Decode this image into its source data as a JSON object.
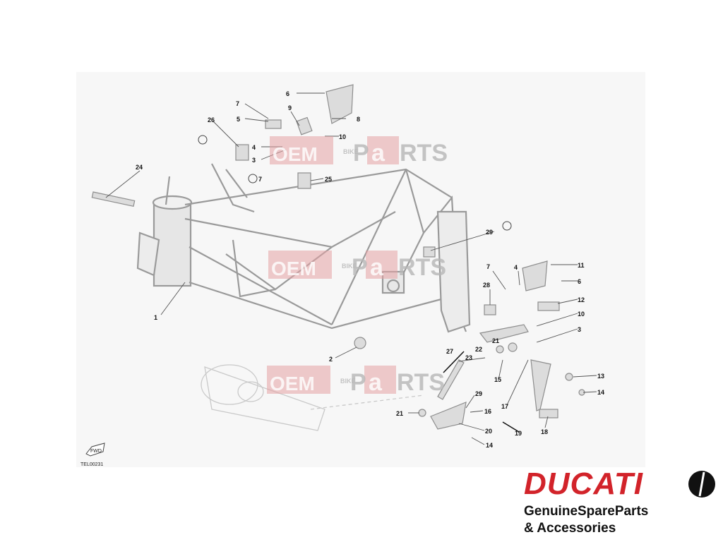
{
  "diagram": {
    "reference_code": "TEL00231",
    "fwd_label": "FWD",
    "callouts": [
      "1",
      "2",
      "3",
      "3",
      "4",
      "4",
      "5",
      "6",
      "6",
      "7",
      "7",
      "7",
      "8",
      "9",
      "10",
      "10",
      "11",
      "12",
      "13",
      "14",
      "14",
      "15",
      "16",
      "17",
      "18",
      "19",
      "20",
      "21",
      "21",
      "22",
      "23",
      "24",
      "25",
      "26",
      "27",
      "28",
      "29",
      "29"
    ]
  },
  "watermark": {
    "part1": "OEM",
    "part2": "BIKE",
    "part3": "P",
    "part4": "a",
    "part5": "RTS",
    "color": "#d2232a"
  },
  "brand": {
    "name": "DUCATI",
    "tagline_line1": "GenuineSpareParts",
    "tagline_line2": "& Accessories",
    "color": "#d2232a"
  },
  "icons": [
    "ducati-shield-icon",
    "fwd-arrow-icon",
    "note-1-icon"
  ]
}
